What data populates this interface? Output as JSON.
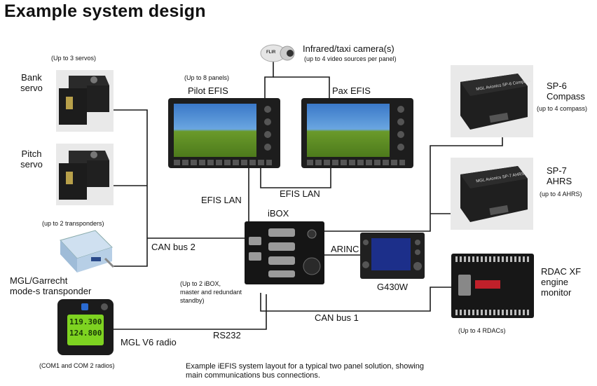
{
  "title": "Example system design",
  "labels": {
    "servos_note": "(Up to 3 servos)",
    "bank_servo": "Bank\nservo",
    "pitch_servo": "Pitch\nservo",
    "transponders_note": "(up to 2 transponders)",
    "transponder": "MGL/Garrecht\nmode-s transponder",
    "radio": "MGL V6 radio",
    "radio_note": "(COM1 and COM 2 radios)",
    "camera": "Infrared/taxi camera(s)",
    "camera_note": "(up to 4 video sources per panel)",
    "panels_note": "(Up to 8 panels)",
    "pilot_efis": "Pilot EFIS",
    "pax_efis": "Pax EFIS",
    "efis_lan_left": "EFIS LAN",
    "efis_lan_mid": "EFIS LAN",
    "ibox": "iBOX",
    "ibox_note": "(Up to 2 iBOX,\nmaster and redundant\nstandby)",
    "can_bus_2": "CAN bus 2",
    "can_bus_1": "CAN bus 1",
    "arinc": "ARINC",
    "g430w": "G430W",
    "rs232": "RS232",
    "sp6": "SP-6\nCompass",
    "sp6_note": "(up to 4 compass)",
    "sp7": "SP-7\nAHRS",
    "sp7_note": "(up to 4 AHRS)",
    "rdac": "RDAC XF\nengine\nmonitor",
    "rdac_note": "(Up to 4 RDACs)",
    "caption": "Example iEFIS system layout for a typical two panel solution, showing\nmain communications bus connections."
  },
  "device_text": {
    "radio_freq_1": "119.300",
    "radio_freq_2": "124.800",
    "sp6_box_label": "MGL Avionics SP-6 Compass",
    "sp7_box_label": "MGL Avionics SP-7 AHRS",
    "camera_brand": "FLIR"
  },
  "colors": {
    "wire": "#1a1a1a",
    "efis_screen_sky": "#3a78c8",
    "efis_screen_ground": "#6a9a2a",
    "radio_screen": "#7ed321"
  }
}
